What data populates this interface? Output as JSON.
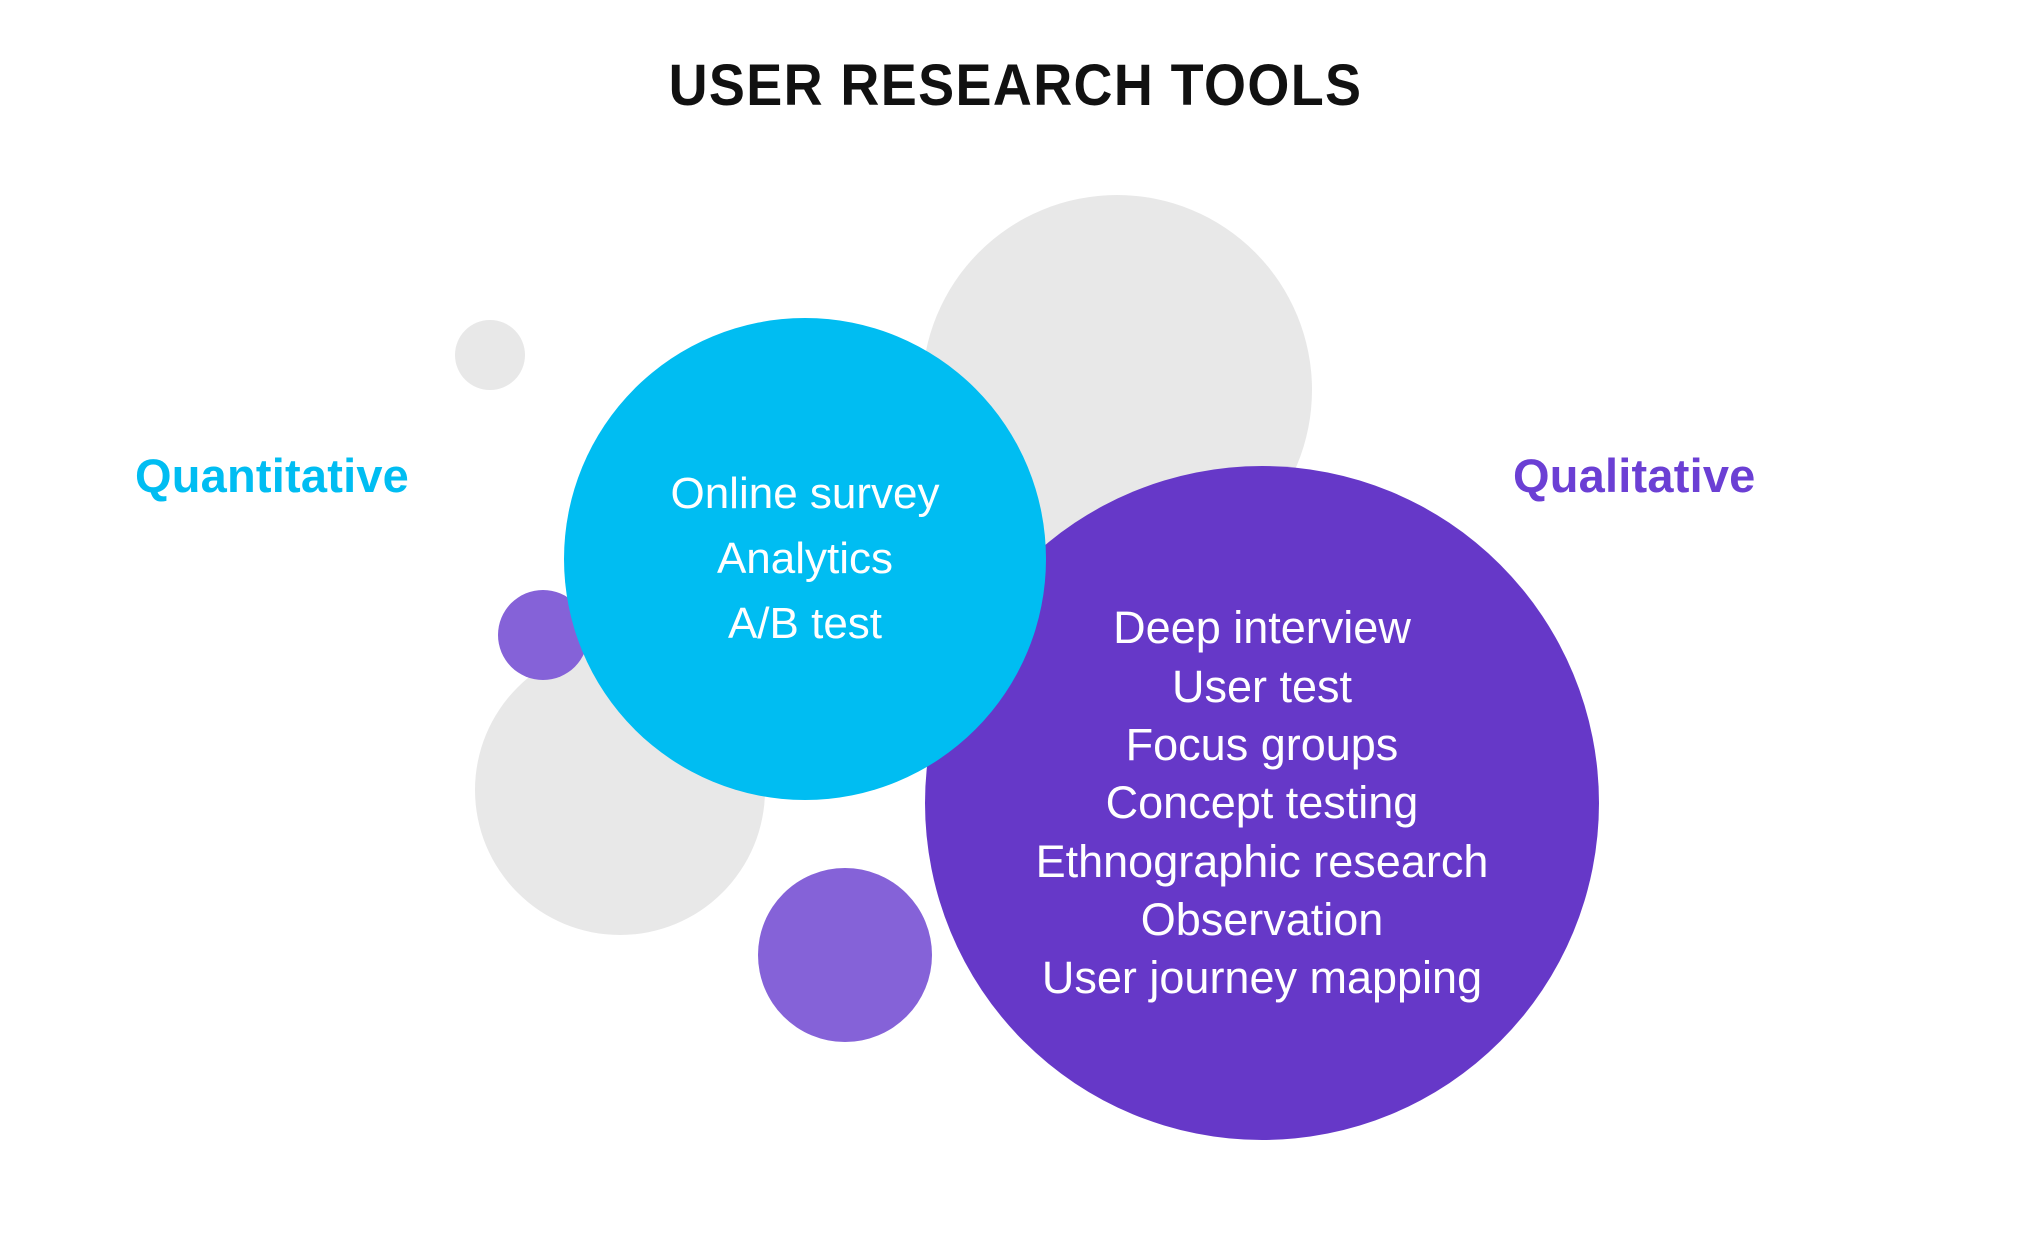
{
  "title": "USER RESEARCH TOOLS",
  "labels": {
    "left": "Quantitative",
    "right": "Qualitative"
  },
  "colors": {
    "quantitative": "#00bdf2",
    "qualitative": "#6638c8",
    "qualitative_label": "#6b3fd4",
    "accent_purple_light": "#8562d8",
    "decorative_gray": "#e8e8e8",
    "title": "#111111",
    "bubble_text": "#ffffff",
    "background": "#ffffff"
  },
  "quantitative": {
    "items": [
      "Online survey",
      "Analytics",
      "A/B test"
    ]
  },
  "qualitative": {
    "items": [
      "Deep interview",
      "User test",
      "Focus groups",
      "Concept testing",
      "Ethnographic research",
      "Observation",
      "User journey mapping"
    ]
  }
}
